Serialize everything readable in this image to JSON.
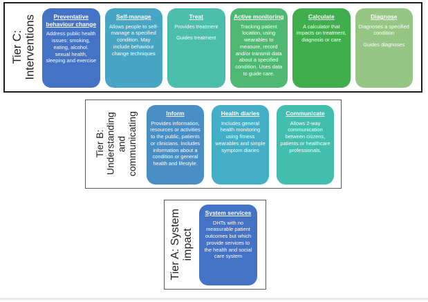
{
  "tier_c": {
    "label_lines": [
      "Tier C:",
      "Interventions"
    ],
    "boxes": [
      {
        "title": "Preventative behaviour change",
        "paragraphs": [
          "Address public health issues: smoking, eating, alcohol. sexual health, sleeping and exercise"
        ],
        "color": "#4472C4"
      },
      {
        "title": "Self-manage",
        "paragraphs": [
          "Allows people to self-manage a specified condition. May include behaviour change techniques"
        ],
        "color": "#48A5C4"
      },
      {
        "title": "Treat",
        "paragraphs": [
          "Provides treatment",
          "Guides treatment"
        ],
        "color": "#4BBEAC"
      },
      {
        "title": "Active monitoring",
        "paragraphs": [
          "Tracking patient location, using wearables to measure, record and/or transmit data about a specified condition. Uses data to guide care."
        ],
        "color": "#4FB973"
      },
      {
        "title": "Calculate",
        "paragraphs": [
          "A calculator that impacts on treatment, diagnosis or care"
        ],
        "color": "#41AE4E"
      },
      {
        "title": "Diagnose",
        "paragraphs": [
          "Diagnoses a specified condition",
          "Guides diagnoses"
        ],
        "color": "#95C683"
      }
    ]
  },
  "tier_b": {
    "label_lines": [
      "Tier B:",
      "Understanding",
      "and",
      "communicating"
    ],
    "boxes": [
      {
        "title": "Inform",
        "paragraphs": [
          "Provides information, resources or activities to the public, patients or clinicians. Includes information about a condition or general health and lifestyle."
        ],
        "color": "#4A8EC6"
      },
      {
        "title": "Health diaries",
        "paragraphs": [
          "Includes general health monitoring using fitness wearables and simple symptom diaries"
        ],
        "color": "#43AEC6"
      },
      {
        "title": "Communicate",
        "paragraphs": [
          "Allows 2-way communication between citizens, patients or healthcare professionals."
        ],
        "color": "#42BDAE"
      }
    ]
  },
  "tier_a": {
    "label_lines": [
      "Tier A: System",
      "impact"
    ],
    "boxes": [
      {
        "title": "System services",
        "paragraphs": [
          "DHTs with no measurable patient outcomes but which provide services to the health and social care system"
        ],
        "color": "#4472C4"
      }
    ]
  }
}
